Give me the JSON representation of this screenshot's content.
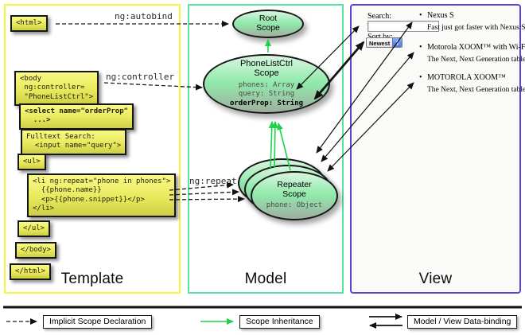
{
  "columns": {
    "template": {
      "label": "Template"
    },
    "model": {
      "label": "Model"
    },
    "view": {
      "label": "View"
    }
  },
  "directives": {
    "autobind": "ng:autobind",
    "controller": "ng:controller",
    "repeat": "ng:repeat"
  },
  "template_code": {
    "html_open": "<html>",
    "body_open": "<body\n ng:controller=\n \"PhoneListCtrl\">",
    "select": "<select name=\"orderProp\"\n  ...>",
    "fulltext": "Fulltext Search:\n  <input name=\"query\">",
    "ul_open": "<ul>",
    "li_repeat": "<li ng:repeat=\"phone in phones\">\n  {{phone.name}}\n  <p>{{phone.snippet}}</p>\n</li>",
    "ul_close": "</ul>",
    "body_close": "</body>",
    "html_close": "</html>"
  },
  "model_scopes": {
    "root": {
      "line1": "Root",
      "line2": "Scope"
    },
    "phonelist": {
      "line1": "PhoneListCtrl",
      "line2": "Scope",
      "prop1": "phones: Array",
      "prop2": "query: String",
      "prop3": "orderProp: String"
    },
    "repeater": {
      "line1": "Repeater",
      "line2": "Scope",
      "prop": "phone: Object"
    }
  },
  "view_panel": {
    "search_label": "Search:",
    "search_value": "",
    "sort_label": "Sort by:",
    "sort_value": "Newest",
    "items": [
      {
        "name": "Nexus S",
        "snippet": "Fast just got faster with Nexus S."
      },
      {
        "name": "Motorola XOOM™ with Wi-Fi",
        "snippet": "The Next, Next Generation tablet."
      },
      {
        "name": "MOTOROLA XOOM™",
        "snippet": "The Next, Next Generation tablet."
      }
    ]
  },
  "legend": {
    "implicit": "Implicit Scope Declaration",
    "inheritance": "Scope Inheritance",
    "databinding": "Model / View Data-binding"
  },
  "colors": {
    "template_border": "#f6f63c",
    "model_border": "#57e2a2",
    "view_border": "#5b43d9",
    "code_box_fill": "#eded66",
    "scope_fill_top": "#d8f6df",
    "scope_fill_mid": "#90e9ab",
    "scope_fill_bottom": "#9fae9f",
    "inheritance_arrow": "#1fd24a"
  }
}
